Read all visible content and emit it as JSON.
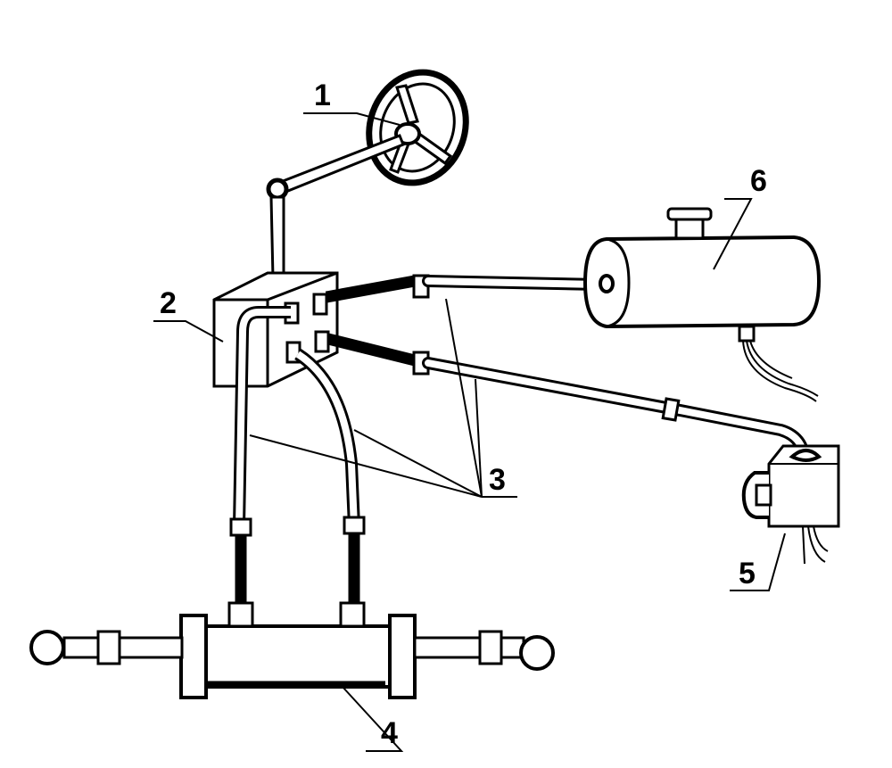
{
  "labels": {
    "steering_wheel": "1",
    "control_valve": "2",
    "hoses": "3",
    "cylinder": "4",
    "pump": "5",
    "tank": "6"
  },
  "colors": {
    "ink": "#000000",
    "paper": "#ffffff"
  }
}
